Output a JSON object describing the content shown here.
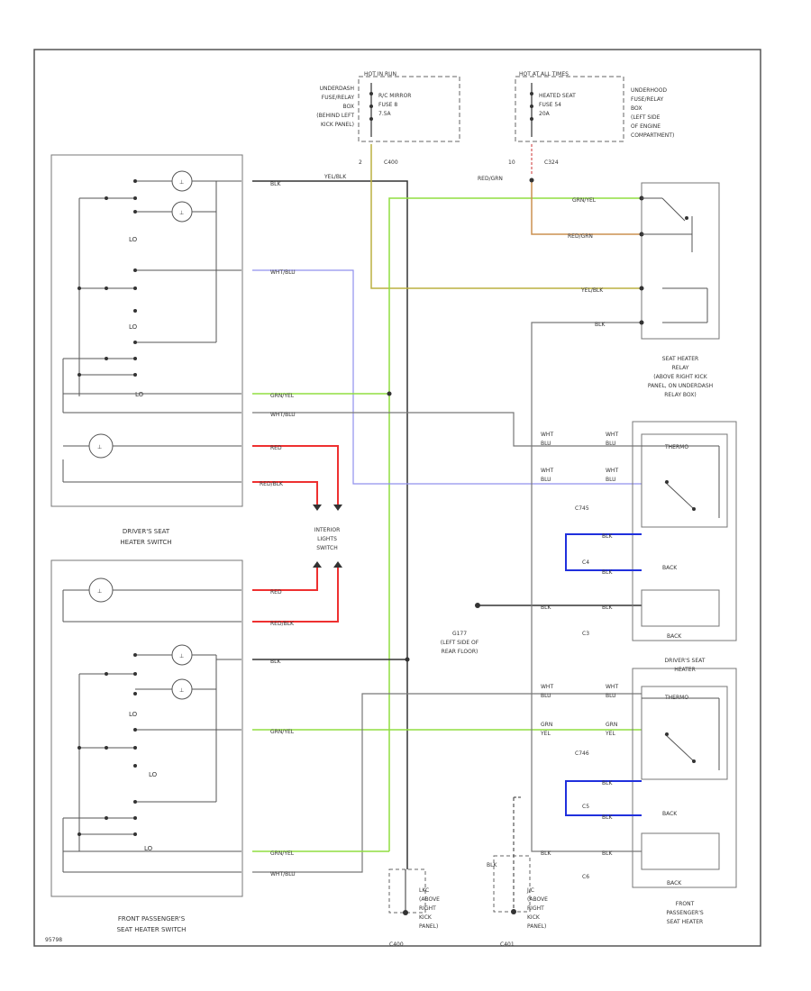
{
  "fuse_boxes": {
    "left": {
      "header": "HOT IN RUN",
      "fuse_line1": "R/C MIRROR",
      "fuse_line2": "FUSE 8",
      "fuse_line3": "7.5A",
      "location": [
        "UNDERDASH",
        "FUSE/RELAY",
        "BOX",
        "(BEHIND LEFT",
        "KICK PANEL)"
      ],
      "connector": "C400",
      "pin": "2"
    },
    "right": {
      "header": "HOT AT ALL TIMES",
      "fuse_line1": "HEATED SEAT",
      "fuse_line2": "FUSE 54",
      "fuse_line3": "20A",
      "location": [
        "UNDERHOOD",
        "FUSE/RELAY",
        "BOX",
        "(LEFT SIDE",
        "OF ENGINE",
        "COMPARTMENT)"
      ],
      "connector": "C324",
      "pin": "10"
    }
  },
  "wires": {
    "yel_blu": "YEL/BLK",
    "red_grn": "RED/GRN",
    "grn_yel": "GRN/YEL",
    "wht_blu": "WHT/BLU",
    "blk": "BLK",
    "red": "RED",
    "red_blk": "RED/BLK"
  },
  "labels": {
    "lo": "LO",
    "driver_switch": [
      "DRIVER'S SEAT",
      "HEATER SWITCH"
    ],
    "passenger_switch": [
      "FRONT PASSENGER'S",
      "SEAT HEATER SWITCH"
    ],
    "interior_lights": [
      "INTERIOR",
      "LIGHTS",
      "SWITCH"
    ],
    "relay": [
      "SEAT HEATER",
      "RELAY",
      "(ABOVE RIGHT KICK",
      "PANEL, ON UNDERDASH",
      "RELAY BOX)"
    ],
    "ground_g177": [
      "G177",
      "(LEFT SIDE OF",
      "REAR FLOOR)"
    ],
    "ground_left": [
      "LKC",
      "(ABOVE",
      "RIGHT",
      "KICK",
      "PANEL)"
    ],
    "ground_right": [
      "J/C",
      "(ABOVE",
      "RIGHT",
      "KICK",
      "PANEL)"
    ],
    "driver_heater": [
      "DRIVER'S SEAT",
      "HEATER"
    ],
    "passenger_heater": [
      "FRONT",
      "PASSENGER'S",
      "SEAT HEATER"
    ],
    "c745": "C745",
    "c4": "C4",
    "c3": "C3",
    "c746": "C746",
    "c5": "C5",
    "c6": "C6",
    "c400": "C400",
    "c401": "C401",
    "thermo": "THERMO",
    "back": "BACK",
    "wht": "WHT",
    "blu": "BLU",
    "blk": "BLK",
    "grn": "GRN",
    "yel": "YEL",
    "footer": "95798"
  },
  "colors": {
    "frame": "#555555",
    "wire_gray": "#777777",
    "wire_black": "#333333",
    "wire_green": "#90dd40",
    "wire_yellow": "#bbb040",
    "wire_lavender": "#9090ee",
    "wire_red": "#ee3030",
    "wire_blue": "#2030dd",
    "wire_orange": "#cc9050"
  }
}
